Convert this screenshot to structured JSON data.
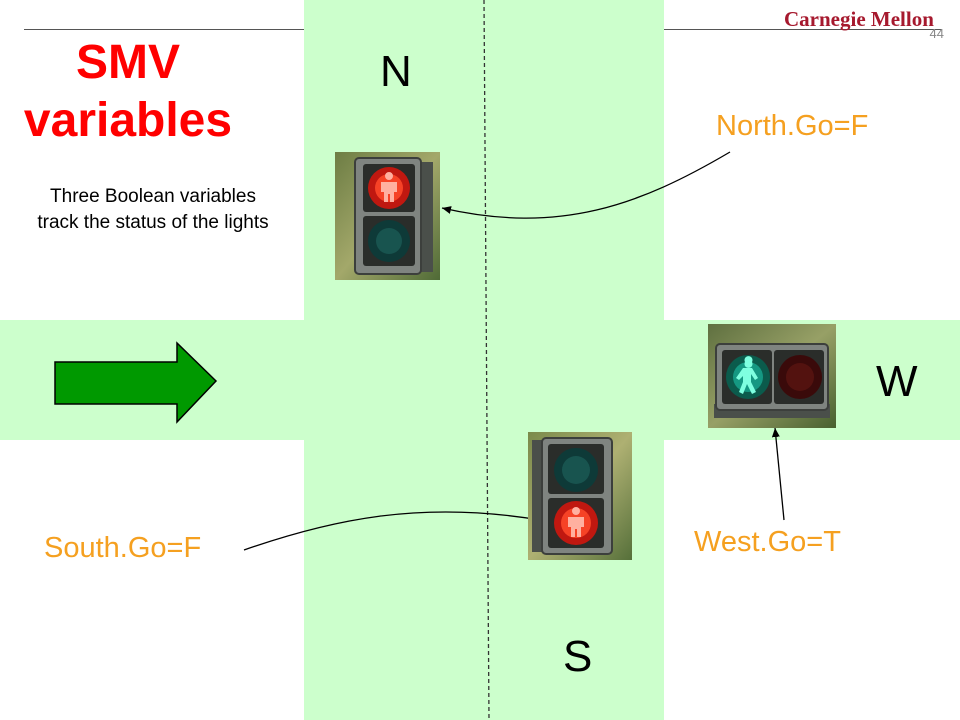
{
  "header": {
    "brand": "Carnegie Mellon",
    "page_number": "44"
  },
  "slide": {
    "title": "SMV variables",
    "description": "Three Boolean variables track the status of the lights"
  },
  "directions": {
    "north": "N",
    "south": "S",
    "west": "W"
  },
  "variables": {
    "north": "North.Go=F",
    "south": "South.Go=F",
    "west": "West.Go=T"
  },
  "lights": {
    "north": {
      "state": "stop",
      "icon": "pedestrian-signal-red"
    },
    "south": {
      "state": "stop",
      "icon": "pedestrian-signal-red"
    },
    "west": {
      "state": "go",
      "icon": "pedestrian-signal-green"
    }
  },
  "colors": {
    "road": "#ccffcc",
    "title": "#ff0000",
    "labels": "#f5a020",
    "arrow": "#009900",
    "brand": "#a6192e"
  }
}
